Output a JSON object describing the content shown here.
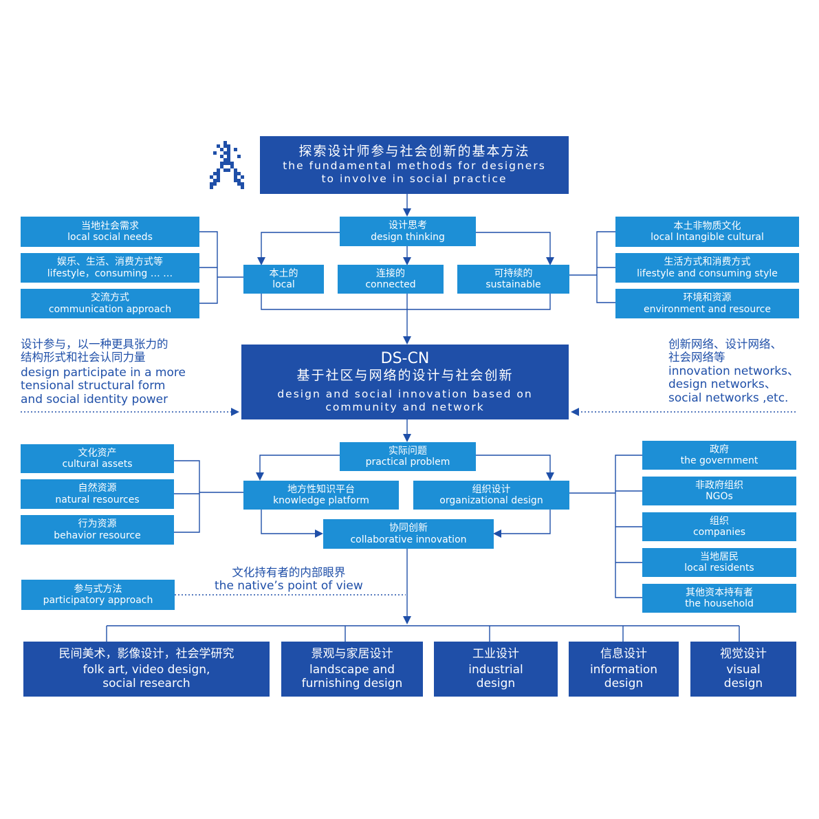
{
  "colors": {
    "dark_blue": "#1f4fa8",
    "light_blue": "#1d8fd6",
    "text": "#ffffff"
  },
  "logo": {
    "icon": "pixel-figure-icon"
  },
  "title": {
    "zh": "探索设计师参与社会创新的基本方法",
    "en1": "the fundamental methods for designers",
    "en2": "to involve in social practice"
  },
  "design_thinking": {
    "zh": "设计思考",
    "en": "design thinking"
  },
  "local": {
    "zh": "本土的",
    "en": "local"
  },
  "connected": {
    "zh": "连接的",
    "en": "connected"
  },
  "sustainable": {
    "zh": "可持续的",
    "en": "sustainable"
  },
  "left_top": [
    {
      "zh": "当地社会需求",
      "en": "local social needs"
    },
    {
      "zh": "娱乐、生活、消费方式等",
      "en": "lifestyle，consuming … …"
    },
    {
      "zh": "交流方式",
      "en": "communication approach"
    }
  ],
  "right_top": [
    {
      "zh": "本土非物质文化",
      "en": "local Intangible cultural"
    },
    {
      "zh": "生活方式和消费方式",
      "en": "lifestyle and consuming style"
    },
    {
      "zh": "环境和资源",
      "en": "environment  and resource"
    }
  ],
  "left_note": {
    "zh1": "设计参与，以一种更具张力的",
    "zh2": "结构形式和社会认同力量",
    "en1": "design participate in a more",
    "en2": "tensional structural form",
    "en3": "and social identity power"
  },
  "right_note": {
    "zh1": "创新网络、设计网络、",
    "zh2": "社会网络等",
    "en1": "innovation networks、",
    "en2": "design networks、",
    "en3": "social networks ,etc."
  },
  "center": {
    "head": "DS-CN",
    "zh": "基于社区与网络的设计与社会创新",
    "en1": "design and social innovation based on",
    "en2": "community and network"
  },
  "practical": {
    "zh": "实际问题",
    "en": "practical problem"
  },
  "knowledge": {
    "zh": "地方性知识平台",
    "en": "knowledge platform"
  },
  "organizational": {
    "zh": "组织设计",
    "en": "organizational design"
  },
  "collaborative": {
    "zh": "协同创新",
    "en": "collaborative innovation"
  },
  "left_mid": [
    {
      "zh": "文化资产",
      "en": "cultural assets"
    },
    {
      "zh": "自然资源",
      "en": "natural resources"
    },
    {
      "zh": "行为资源",
      "en": "behavior resource"
    }
  ],
  "right_mid": [
    {
      "zh": "政府",
      "en": "the government"
    },
    {
      "zh": "非政府组织",
      "en": "NGOs"
    },
    {
      "zh": "组织",
      "en": "companies"
    },
    {
      "zh": "当地居民",
      "en": "local residents"
    },
    {
      "zh": "其他资本持有者",
      "en": "the household"
    }
  ],
  "participatory": {
    "zh": "参与式方法",
    "en": "participatory approach"
  },
  "native_note": {
    "zh": "文化持有者的内部眼界",
    "en": "the native’s point of view"
  },
  "bottom": [
    {
      "zh": "民间美术，影像设计，社会学研究",
      "en1": "folk art, video design,",
      "en2": "social  research"
    },
    {
      "zh": "景观与家居设计",
      "en1": "landscape and",
      "en2": "furnishing design"
    },
    {
      "zh": "工业设计",
      "en1": "industrial",
      "en2": "design"
    },
    {
      "zh": "信息设计",
      "en1": "information",
      "en2": "design"
    },
    {
      "zh": "视觉设计",
      "en1": "visual",
      "en2": "design"
    }
  ]
}
